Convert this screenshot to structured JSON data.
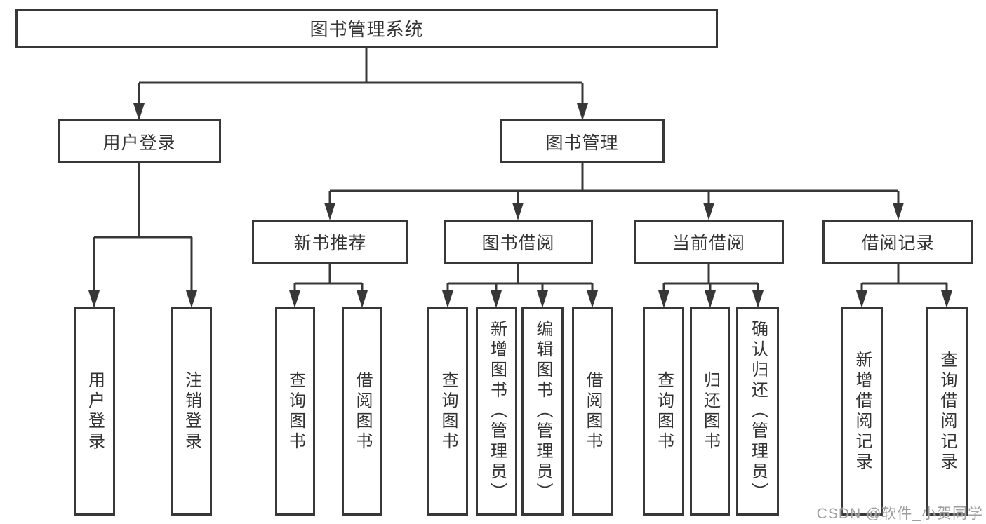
{
  "diagram_title": "图书管理系统",
  "tree": {
    "label": "图书管理系统",
    "children": [
      {
        "label": "用户登录",
        "children": [
          {
            "label": "用户登录"
          },
          {
            "label": "注销登录"
          }
        ]
      },
      {
        "label": "图书管理",
        "children": [
          {
            "label": "新书推荐",
            "children": [
              {
                "label": "查询图书"
              },
              {
                "label": "借阅图书"
              }
            ]
          },
          {
            "label": "图书借阅",
            "children": [
              {
                "label": "查询图书"
              },
              {
                "label": "新增图书（管理员）"
              },
              {
                "label": "编辑图书（管理员）"
              },
              {
                "label": "借阅图书"
              }
            ]
          },
          {
            "label": "当前借阅",
            "children": [
              {
                "label": "查询图书"
              },
              {
                "label": "归还图书"
              },
              {
                "label": "确认归还（管理员）"
              }
            ]
          },
          {
            "label": "借阅记录",
            "children": [
              {
                "label": "新增借阅记录"
              },
              {
                "label": "查询借阅记录"
              }
            ]
          }
        ]
      }
    ]
  },
  "watermark": {
    "text": "CSDN @软件_小贺同学"
  },
  "colors": {
    "line": "#373737",
    "text": "#333333",
    "background": "#ffffff",
    "watermark": "#9e9e9e"
  }
}
